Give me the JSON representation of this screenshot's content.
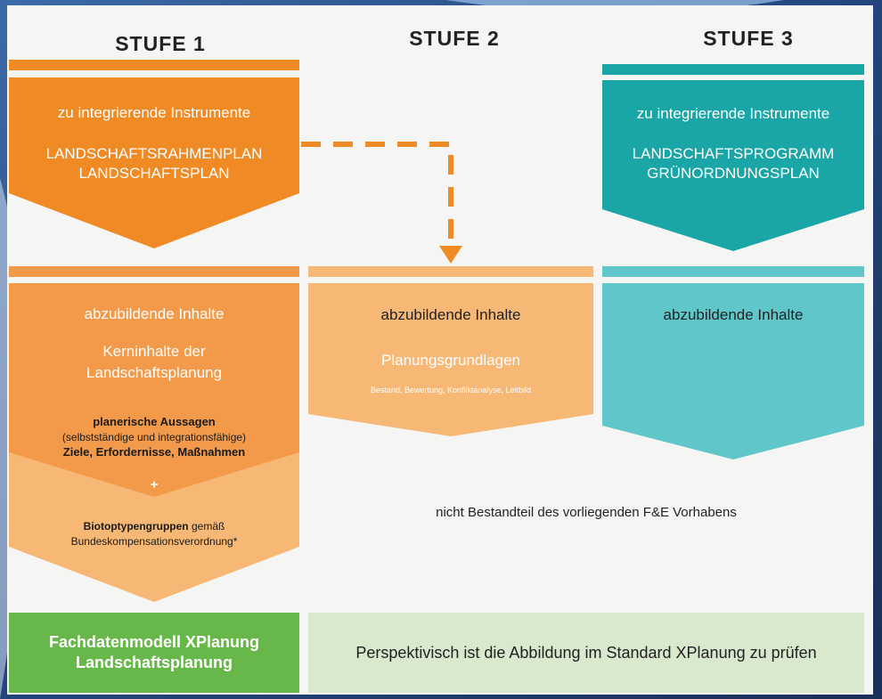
{
  "colors": {
    "orange_dark": "#f08a24",
    "orange_mid": "#f29a4a",
    "orange_light": "#f6b874",
    "teal_dark": "#1aa6a6",
    "teal_light": "#5fc7c9",
    "green": "#68b74b",
    "pale_green": "#d8e9cd"
  },
  "headings": {
    "stufe1": "STUFE 1",
    "stufe2": "STUFE 2",
    "stufe3": "STUFE 3"
  },
  "stufe1_top": {
    "label": "zu integrierende Instrumente",
    "instrument1": "LANDSCHAFTSRAHMENPLAN",
    "instrument2": "LANDSCHAFTSPLAN"
  },
  "stufe3_top": {
    "label": "zu integrierende Instrumente",
    "instrument1": "LANDSCHAFTSPROGRAMM",
    "instrument2": "GRÜNORDNUNGSPLAN"
  },
  "stufe1_mid": {
    "label": "abzubildende Inhalte",
    "core_line1": "Kerninhalte der",
    "core_line2": "Landschaftsplanung",
    "stmt_bold": "planerische Aussagen",
    "stmt_sub": "(selbstständige und integrationsfähige)",
    "stmt_goals": "Ziele, Erfordernisse, Maßnahmen",
    "plus": "+",
    "bio_bold": "Biotoptypengruppen",
    "bio_rest": " gemäß",
    "bio_line2": "Bundeskompensationsverordnung*"
  },
  "stufe2_mid": {
    "label": "abzubildende Inhalte",
    "title": "Planungsgrundlagen",
    "detail": "Bestand, Bewertung, Konfliktanalyse, Leitbild"
  },
  "stufe3_mid": {
    "label": "abzubildende Inhalte"
  },
  "note": "nicht Bestandteil des vorliegenden F&E Vorhabens",
  "bottom": {
    "model_line1": "Fachdatenmodell XPlanung",
    "model_line2": "Landschaftsplanung",
    "perspective": "Perspektivisch ist die Abbildung im Standard XPlanung zu prüfen"
  }
}
